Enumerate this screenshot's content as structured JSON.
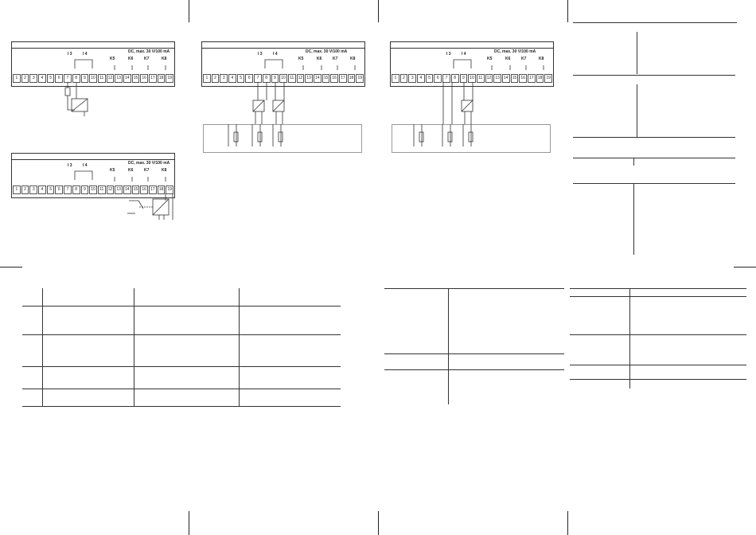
{
  "terminal_numbers": [
    "1",
    "2",
    "3",
    "4",
    "5",
    "6",
    "7",
    "8",
    "9",
    "10",
    "11",
    "12",
    "13",
    "14",
    "15",
    "16",
    "17",
    "18",
    "19"
  ],
  "diagram_labels": {
    "dc_rating": "DC, max. 30 V/100 mA",
    "i3": "I 3",
    "i4": "I 4",
    "k5": "K5",
    "k6": "K6",
    "k7": "K7",
    "k8": "K8"
  },
  "polarity": {
    "plus": "+",
    "minus": "–"
  }
}
